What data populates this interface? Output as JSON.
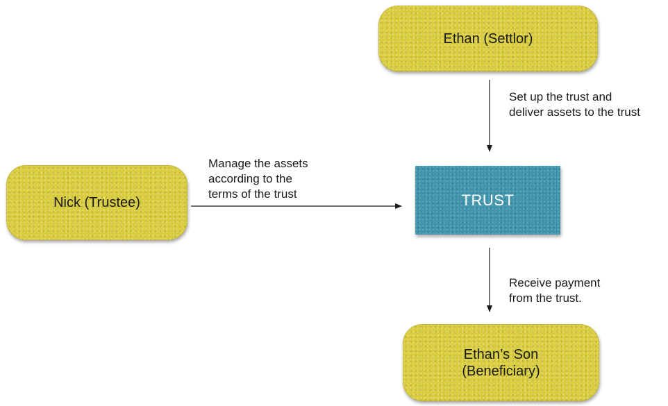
{
  "nodes": {
    "settlor": {
      "label": "Ethan (Settlor)"
    },
    "trustee": {
      "label": "Nick (Trustee)"
    },
    "trust": {
      "label": "TRUST"
    },
    "beneficiary": {
      "lines": [
        "Ethan’s Son",
        "(Beneficiary)"
      ]
    }
  },
  "edges": {
    "settlor_to_trust": {
      "lines": [
        "Set up the trust and",
        "deliver assets to the trust"
      ]
    },
    "trustee_to_trust": {
      "lines": [
        "Manage the assets",
        "according to the",
        "terms of the trust"
      ]
    },
    "trust_to_beneficiary": {
      "lines": [
        "Receive payment",
        "from the trust."
      ]
    }
  },
  "colors": {
    "party_fill": "#d9cc3a",
    "trust_fill": "#3f95ad",
    "arrow": "#1a1a1a"
  }
}
